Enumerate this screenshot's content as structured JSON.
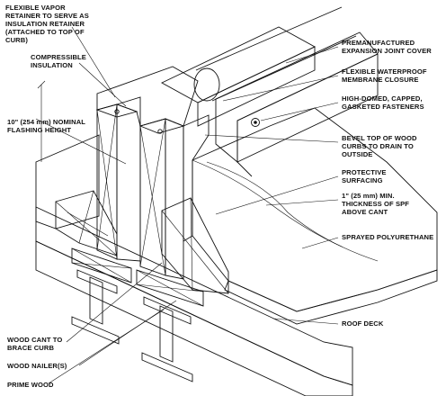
{
  "labels": {
    "vapor_retainer": [
      "FLEXIBLE VAPOR",
      "RETAINER TO SERVE AS",
      "INSULATION RETAINER",
      "(ATTACHED TO TOP OF",
      "CURB)"
    ],
    "compressible": [
      "COMPRESSIBLE",
      "INSULATION"
    ],
    "flashing_height": [
      "10\" (254 mm) NOMINAL",
      "FLASHING HEIGHT"
    ],
    "joint_cover": [
      "PREMANUFACTURED",
      "EXPANSION JOINT COVER"
    ],
    "membrane": [
      "FLEXIBLE WATERPROOF",
      "MEMBRANE CLOSURE"
    ],
    "fasteners": [
      "HIGH-DOMED, CAPPED,",
      "GASKETED FASTENERS"
    ],
    "bevel": [
      "BEVEL TOP OF WOOD",
      "CURBS TO DRAIN TO",
      "OUTSIDE"
    ],
    "protective": [
      "PROTECTIVE",
      "SURFACING"
    ],
    "spf_thickness": [
      "1\" (25 mm) MIN.",
      "THICKNESS OF SPF",
      "ABOVE CANT"
    ],
    "sprayed": [
      "SPRAYED POLYURETHANE"
    ],
    "roof_deck": [
      "ROOF DECK"
    ],
    "wood_cant": [
      "WOOD CANT TO",
      "BRACE CURB"
    ],
    "wood_nailer": [
      "WOOD NAILER(S)"
    ],
    "prime_wood": [
      "PRIME WOOD"
    ]
  }
}
